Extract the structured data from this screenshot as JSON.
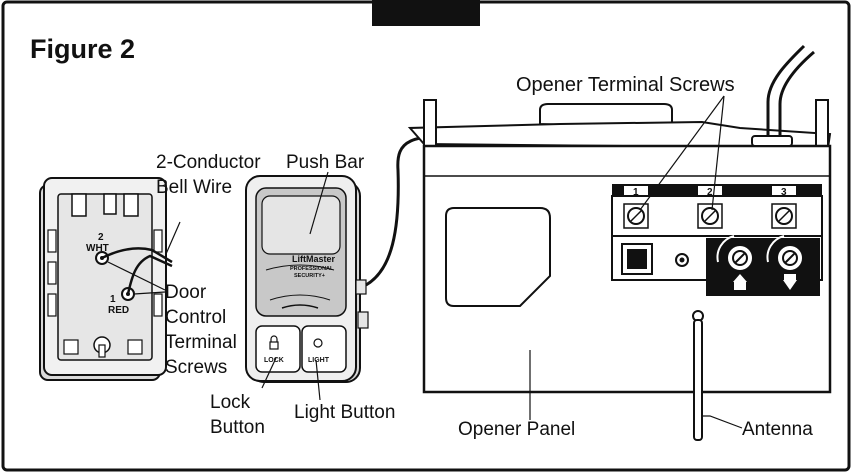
{
  "figure": {
    "title": "Figure 2",
    "callouts": {
      "opener_terminal_screws": "Opener Terminal Screws",
      "bell_wire_line1": "2-Conductor",
      "bell_wire_line2": "Bell Wire",
      "push_bar": "Push Bar",
      "door_control_line1": "Door",
      "door_control_line2": "Control",
      "door_control_line3": "Terminal",
      "door_control_line4": "Screws",
      "lock_button_line1": "Lock",
      "lock_button_line2": "Button",
      "light_button": "Light Button",
      "opener_panel": "Opener Panel",
      "antenna": "Antenna"
    },
    "door_control": {
      "terminal_2_num": "2",
      "terminal_2_color": "WHT",
      "terminal_1_num": "1",
      "terminal_1_color": "RED",
      "brand_line1": "LiftMaster",
      "brand_line2": "PROFESSIONAL",
      "brand_line3": "SECURITY+",
      "lock_label": "LOCK",
      "light_label": "LIGHT"
    },
    "opener": {
      "terminal_1": "1",
      "terminal_2": "2",
      "terminal_3": "3"
    }
  }
}
